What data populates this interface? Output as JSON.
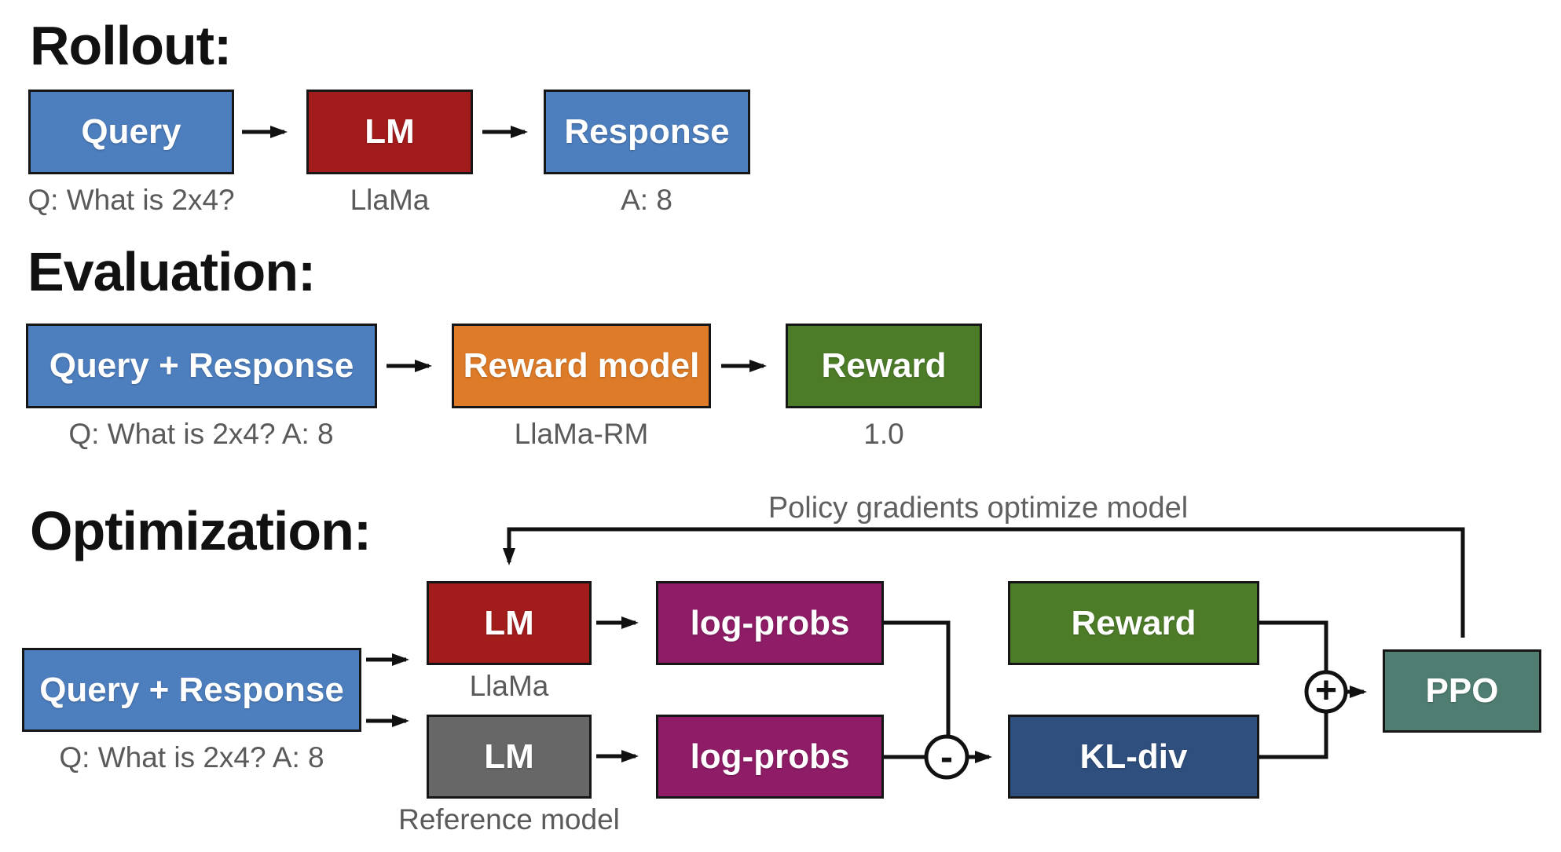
{
  "colors": {
    "blue": "#4d7ebe",
    "dark_red": "#a21c1c",
    "orange": "#dd7b28",
    "green": "#4d7c28",
    "magenta": "#8e1c66",
    "navy": "#2f4f7e",
    "gray": "#676767",
    "teal": "#4f7d71",
    "line": "#111111",
    "heading_text": "#111111",
    "sublabel_text": "#5a5a5a",
    "box_text": "#ffffff"
  },
  "rollout": {
    "heading": "Rollout:",
    "query": {
      "label": "Query",
      "sublabel": "Q: What is 2x4?"
    },
    "lm": {
      "label": "LM",
      "sublabel": "LlaMa"
    },
    "response": {
      "label": "Response",
      "sublabel": "A: 8"
    }
  },
  "evaluation": {
    "heading": "Evaluation:",
    "query_response": {
      "label": "Query + Response",
      "sublabel": "Q: What is 2x4? A: 8"
    },
    "reward_model": {
      "label": "Reward model",
      "sublabel": "LlaMa-RM"
    },
    "reward": {
      "label": "Reward",
      "sublabel": "1.0"
    }
  },
  "optimization": {
    "heading": "Optimization:",
    "annotation": "Policy gradients optimize model",
    "query_response": {
      "label": "Query + Response",
      "sublabel": "Q: What is 2x4? A: 8"
    },
    "policy_lm": {
      "label": "LM",
      "sublabel": "LlaMa"
    },
    "reference_lm": {
      "label": "LM",
      "sublabel": "Reference model"
    },
    "policy_logprobs": {
      "label": "log-probs"
    },
    "reference_logprobs": {
      "label": "log-probs"
    },
    "reward": {
      "label": "Reward"
    },
    "kl_div": {
      "label": "KL-div"
    },
    "ppo": {
      "label": "PPO"
    },
    "minus_operator": "-",
    "plus_operator": "+"
  }
}
